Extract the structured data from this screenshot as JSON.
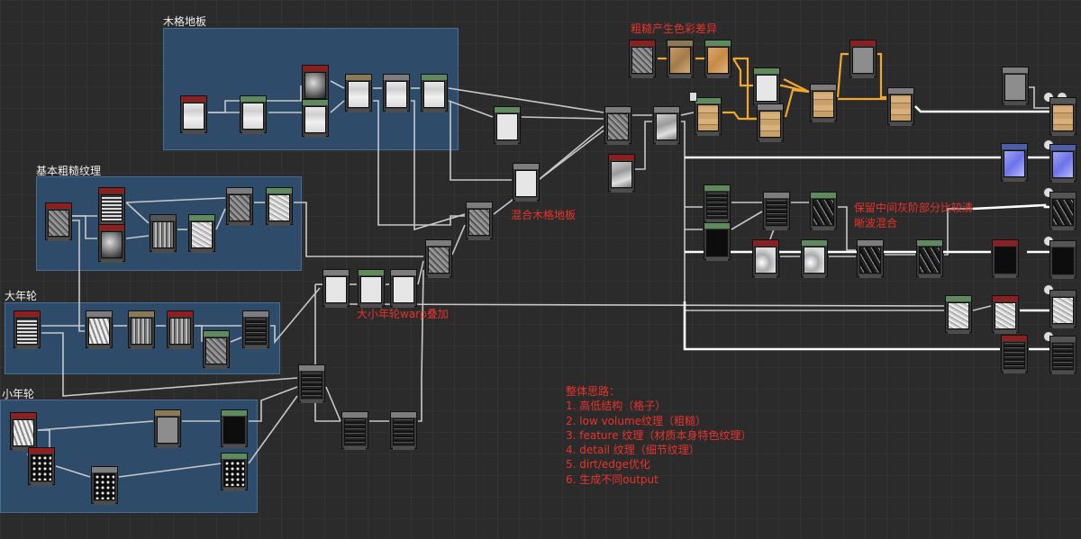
{
  "frames": [
    {
      "id": "wood-floor",
      "title": "木格地板"
    },
    {
      "id": "base-rough",
      "title": "基本粗糙纹理"
    },
    {
      "id": "big-ring",
      "title": "大年轮"
    },
    {
      "id": "small-ring",
      "title": "小年轮"
    }
  ],
  "annotations": {
    "color_variation": "粗糙产生色彩差异",
    "mix_wood_floor": "混合木格地板",
    "ring_warp": "大小年轮warp叠加",
    "keep_gray_line1": "保留中间灰阶部分比较清",
    "keep_gray_line2": "晰波混合"
  },
  "notes": {
    "title": "整体思路：",
    "items": [
      "1. 高低结构（格子）",
      "2. low volume纹理（粗糙）",
      "3. feature 纹理（材质本身特色纹理）",
      "4. detail 纹理（细节纹理）",
      "5. dirt/edge优化",
      "6. 生成不同output"
    ]
  },
  "colors": {
    "canvas": "#2b2b2b",
    "frame": "#2f4b6a",
    "annotation": "#e8332b",
    "wire": "#c8c8c8",
    "wire_highlight": "#ffffff",
    "wire_color": "#f0a830"
  }
}
